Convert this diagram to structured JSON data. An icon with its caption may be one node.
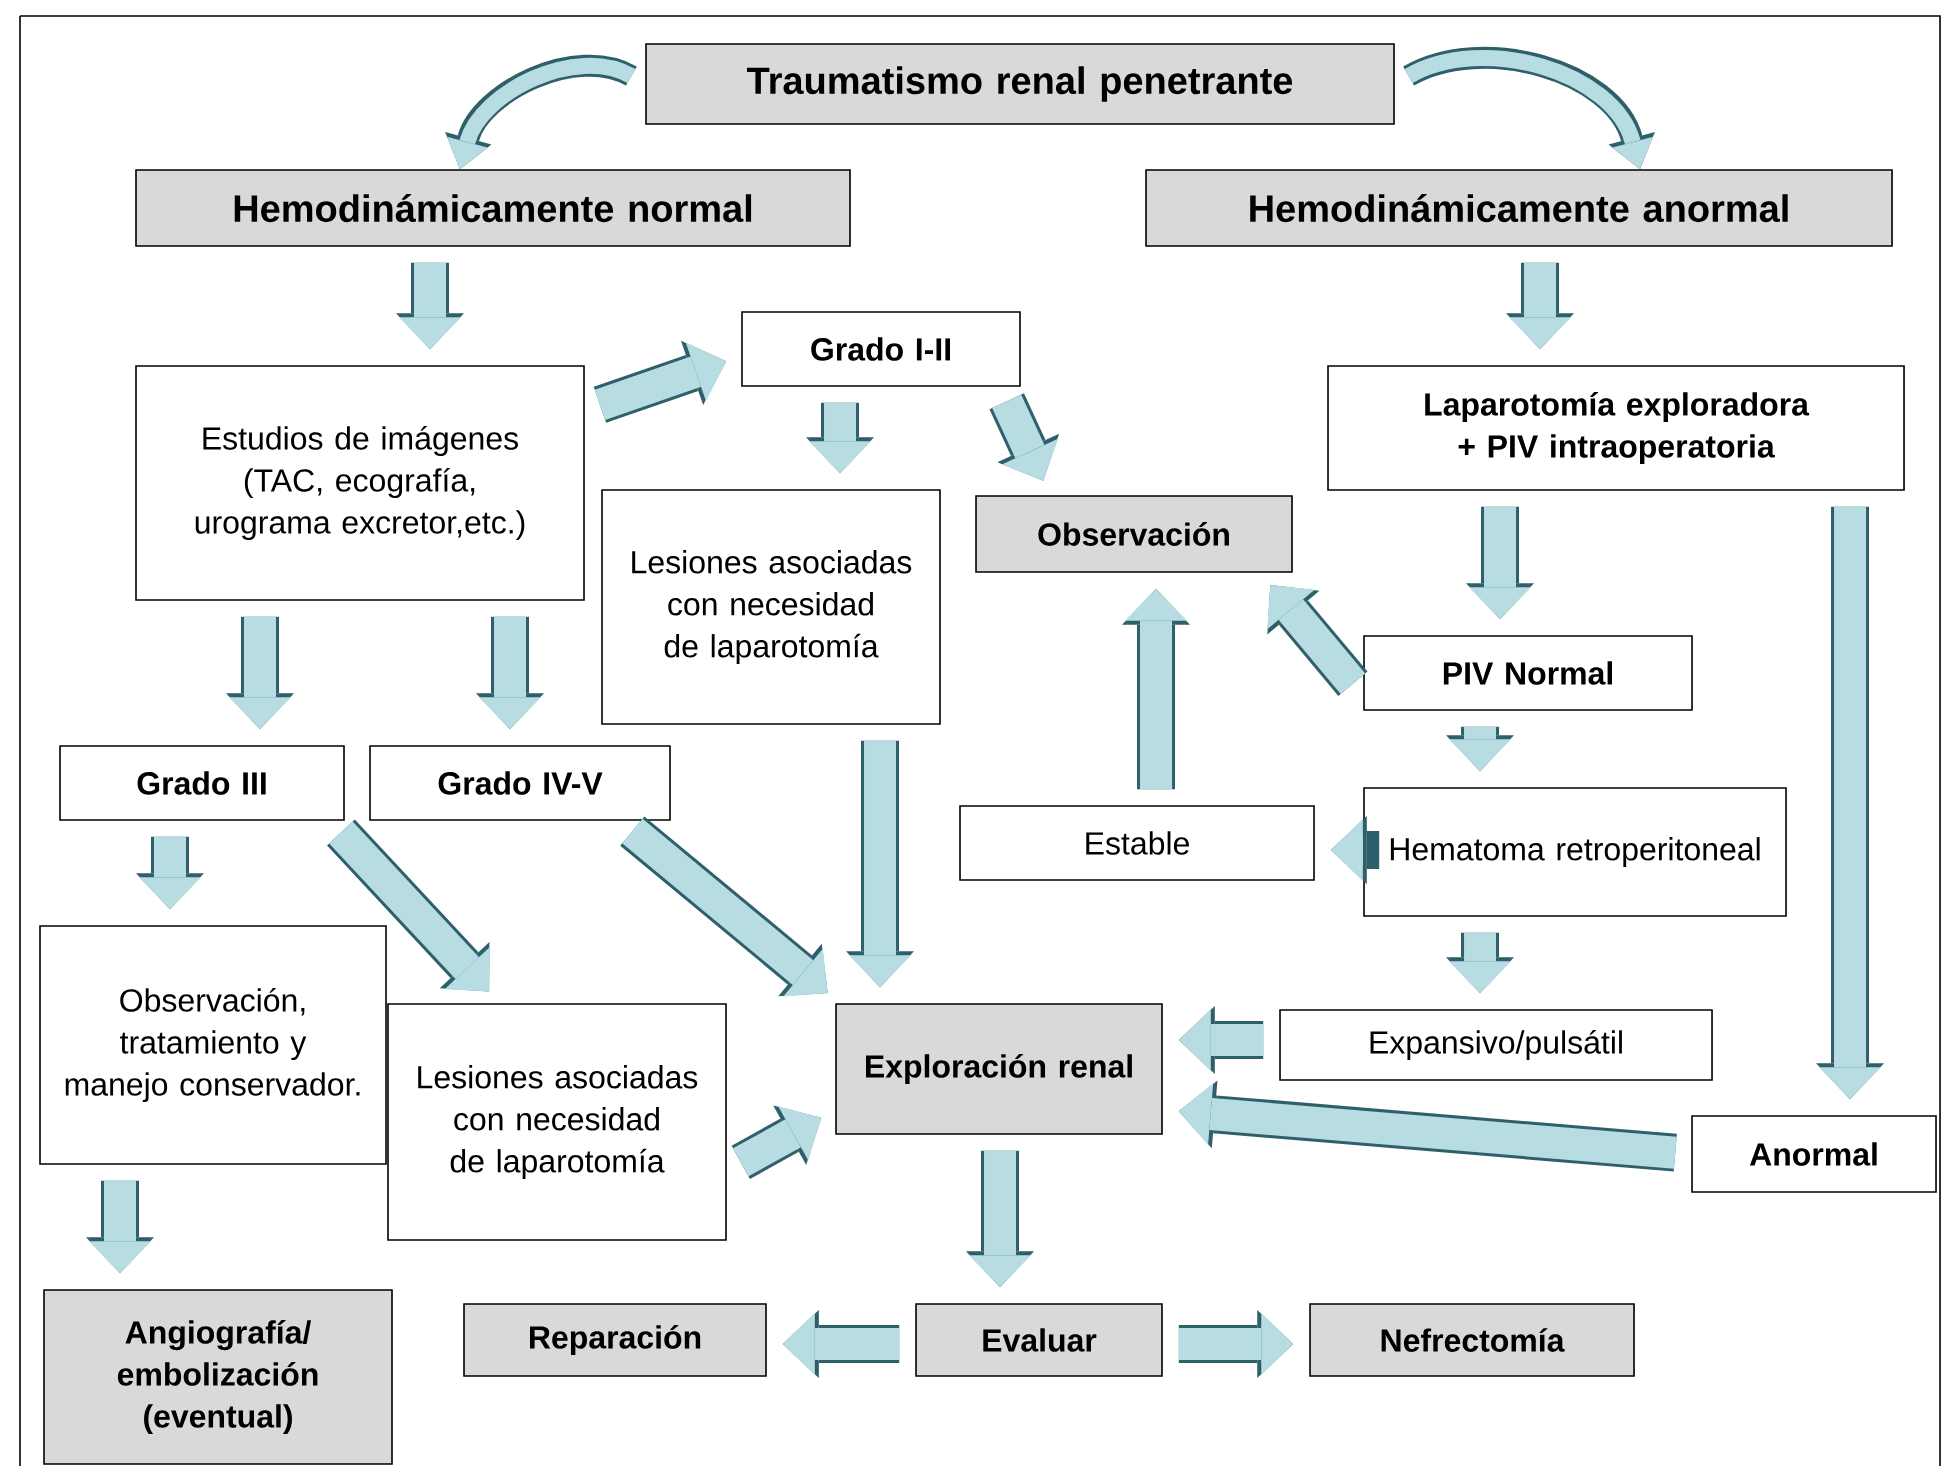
{
  "diagram": {
    "nodes": [
      {
        "text": [
          "Traumatismo renal penetrante"
        ]
      },
      {
        "text": [
          "Hemodinámicamente normal"
        ]
      },
      {
        "text": [
          "Hemodinámicamente anormal"
        ]
      },
      {
        "text": [
          "Estudios de imágenes (TAC, ecografía, urograma excretor,etc.)"
        ]
      },
      {
        "text": [
          "Grado I-II"
        ]
      },
      {
        "text": [
          "Laparotomía exploradora + PIV intraoperatoria"
        ]
      },
      {
        "text": [
          "Lesiones asociadas con necesidad de laparotomía"
        ]
      },
      {
        "text": [
          "Observación"
        ]
      },
      {
        "text": [
          "PIV Normal"
        ]
      },
      {
        "text": [
          "Grado III"
        ]
      },
      {
        "text": [
          "Grado IV-V"
        ]
      },
      {
        "text": [
          "Estable"
        ]
      },
      {
        "text": [
          "Hematoma retroperitoneal"
        ]
      },
      {
        "text": [
          "Observación, tratamiento y manejo conservador."
        ]
      },
      {
        "text": [
          "Lesiones asociadas con necesidad de laparotomía"
        ]
      },
      {
        "text": [
          "Exploración renal"
        ]
      },
      {
        "text": [
          "Expansivo/pulsátil"
        ]
      },
      {
        "text": [
          "Anormal"
        ]
      },
      {
        "text": [
          "Angiografía/ embolización (eventual)"
        ]
      },
      {
        "text": [
          "Reparación"
        ]
      },
      {
        "text": [
          "Evaluar"
        ]
      },
      {
        "text": [
          "Nefrectomía"
        ]
      }
    ],
    "edges": [
      {
        "from": 0,
        "to": 1,
        "arrow": "to"
      },
      {
        "from": 0,
        "to": 2,
        "arrow": "to"
      },
      {
        "from": 1,
        "to": 3,
        "arrow": "to"
      },
      {
        "from": 2,
        "to": 5,
        "arrow": "to"
      },
      {
        "from": 3,
        "to": 4,
        "arrow": "to"
      },
      {
        "from": 4,
        "to": 6,
        "arrow": "to"
      },
      {
        "from": 4,
        "to": 7,
        "arrow": "to"
      },
      {
        "from": 3,
        "to": 9,
        "arrow": "to"
      },
      {
        "from": 3,
        "to": 10,
        "arrow": "to"
      },
      {
        "from": 5,
        "to": 8,
        "arrow": "to"
      },
      {
        "from": 5,
        "to": 17,
        "arrow": "to"
      },
      {
        "from": 8,
        "to": 7,
        "arrow": "to"
      },
      {
        "from": 8,
        "to": 12,
        "arrow": "to"
      },
      {
        "from": 12,
        "to": 11,
        "arrow": "to"
      },
      {
        "from": 11,
        "to": 7,
        "arrow": "to"
      },
      {
        "from": 12,
        "to": 16,
        "arrow": "to"
      },
      {
        "from": 16,
        "to": 15,
        "arrow": "to"
      },
      {
        "from": 17,
        "to": 15,
        "arrow": "to"
      },
      {
        "from": 6,
        "to": 15,
        "arrow": "to"
      },
      {
        "from": 9,
        "to": 14,
        "arrow": "to"
      },
      {
        "from": 10,
        "to": 15,
        "arrow": "to"
      },
      {
        "from": 9,
        "to": 13,
        "arrow": "to"
      },
      {
        "from": 13,
        "to": 18,
        "arrow": "to"
      },
      {
        "from": 14,
        "to": 15,
        "arrow": "to"
      },
      {
        "from": 15,
        "to": 20,
        "arrow": "to"
      },
      {
        "from": 20,
        "to": 19,
        "arrow": "to"
      },
      {
        "from": 20,
        "to": 21,
        "arrow": "to"
      }
    ]
  }
}
